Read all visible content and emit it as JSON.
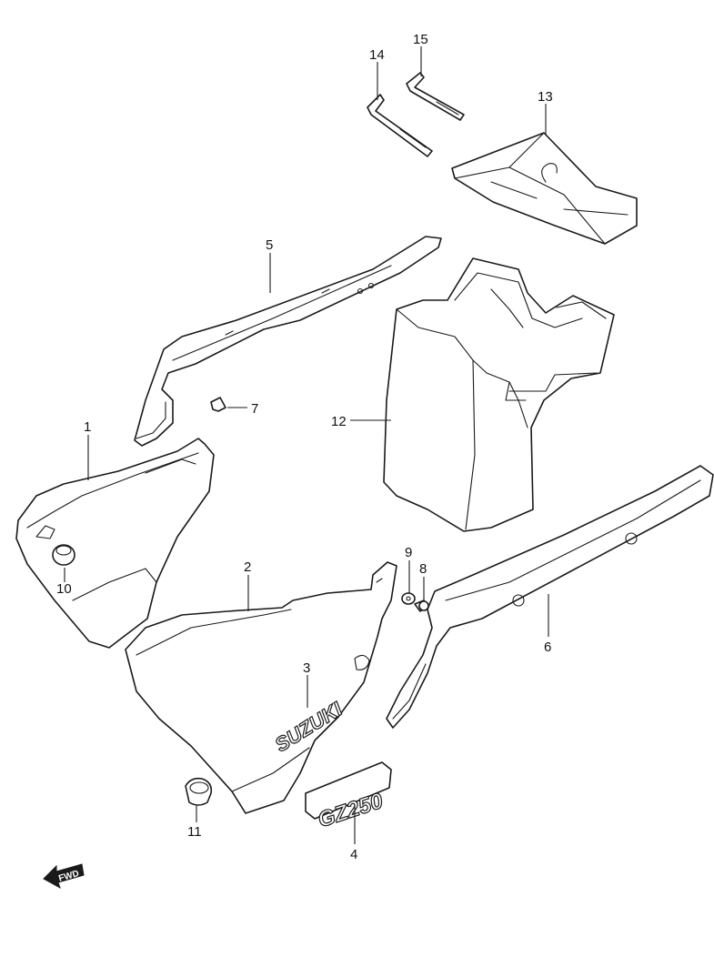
{
  "diagram": {
    "callouts": {
      "c1": "1",
      "c2": "2",
      "c3": "3",
      "c4": "4",
      "c5": "5",
      "c6": "6",
      "c7": "7",
      "c8": "8",
      "c9": "9",
      "c10": "10",
      "c11": "11",
      "c12": "12",
      "c13": "13",
      "c14": "14",
      "c15": "15"
    },
    "decals": {
      "suzuki_emblem": "SUZUKI",
      "model_emblem": "GZ250"
    },
    "direction_indicator": "FWD"
  }
}
